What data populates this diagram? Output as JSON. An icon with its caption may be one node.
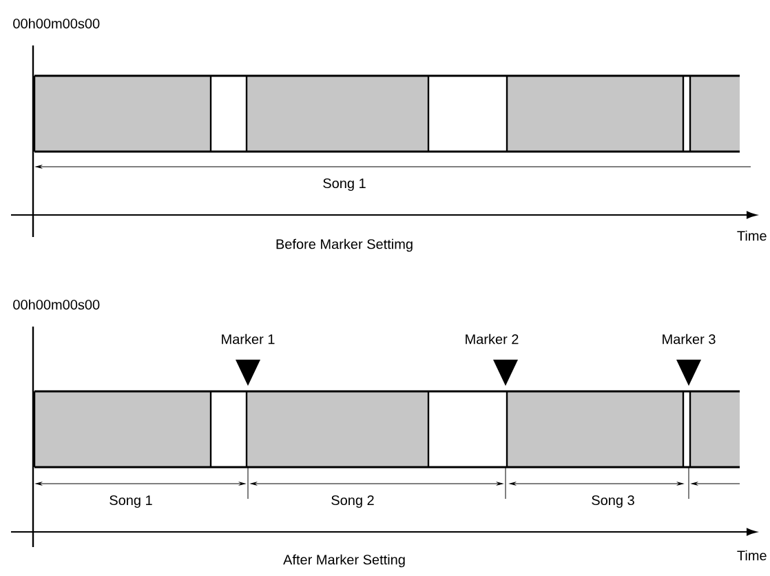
{
  "diagram": {
    "labels": [
      "00h00m00s00",
      "Song 1",
      "Time",
      "Before Marker Settimg",
      "00h00m00s00",
      "Marker 1",
      "Marker 2",
      "Marker 3",
      "Song 1",
      "Song 2",
      "Song 3",
      "After Marker Setting",
      "Time"
    ]
  }
}
